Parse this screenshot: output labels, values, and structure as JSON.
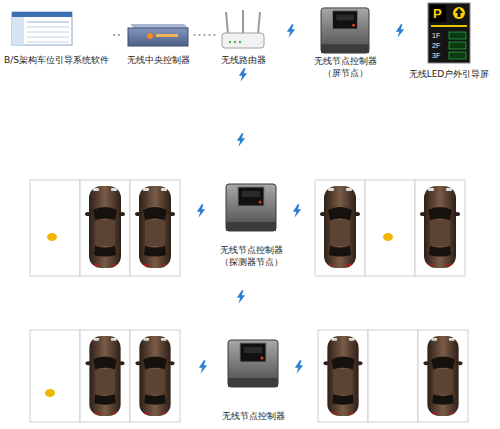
{
  "diagram": {
    "nodes": [
      {
        "text": [
          "B/S架构车位引导系统软件"
        ]
      },
      {
        "text": [
          "无线中央控制器"
        ]
      },
      {
        "text": [
          "无线路由器"
        ]
      },
      {
        "text": [
          "无线节点控制器",
          "（屏节点）"
        ]
      },
      {
        "text": [
          "无线LED户外引导屏"
        ]
      },
      {
        "text": [
          "无线节点控制器",
          "（探测器节点）"
        ]
      },
      {
        "text": [
          "无线节点控制器"
        ]
      }
    ],
    "edges": [
      {
        "from": 0,
        "to": 1,
        "arrow": "none"
      },
      {
        "from": 1,
        "to": 2,
        "arrow": "none"
      }
    ],
    "labels": [
      "P",
      "1F",
      "2F",
      "3F"
    ]
  }
}
